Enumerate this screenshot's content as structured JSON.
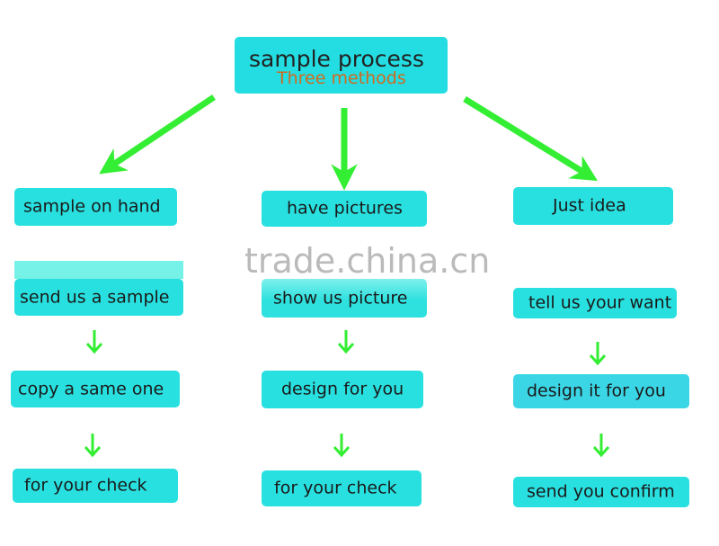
{
  "title": "sample process",
  "subtitle": "Three methods",
  "watermark": "trade.china.cn",
  "columns": [
    {
      "header": "sample on hand",
      "steps": [
        "send us a sample",
        "copy a same one",
        "for your check"
      ]
    },
    {
      "header": "have pictures",
      "steps": [
        "show us picture",
        "design for you",
        "for your check"
      ]
    },
    {
      "header": "Just idea",
      "steps": [
        "tell us your want",
        "design it for you",
        "send you confirm"
      ]
    }
  ],
  "colors": {
    "box": "#29e0e0",
    "arrow": "#33ee33",
    "subtitle": "#d2691e"
  }
}
